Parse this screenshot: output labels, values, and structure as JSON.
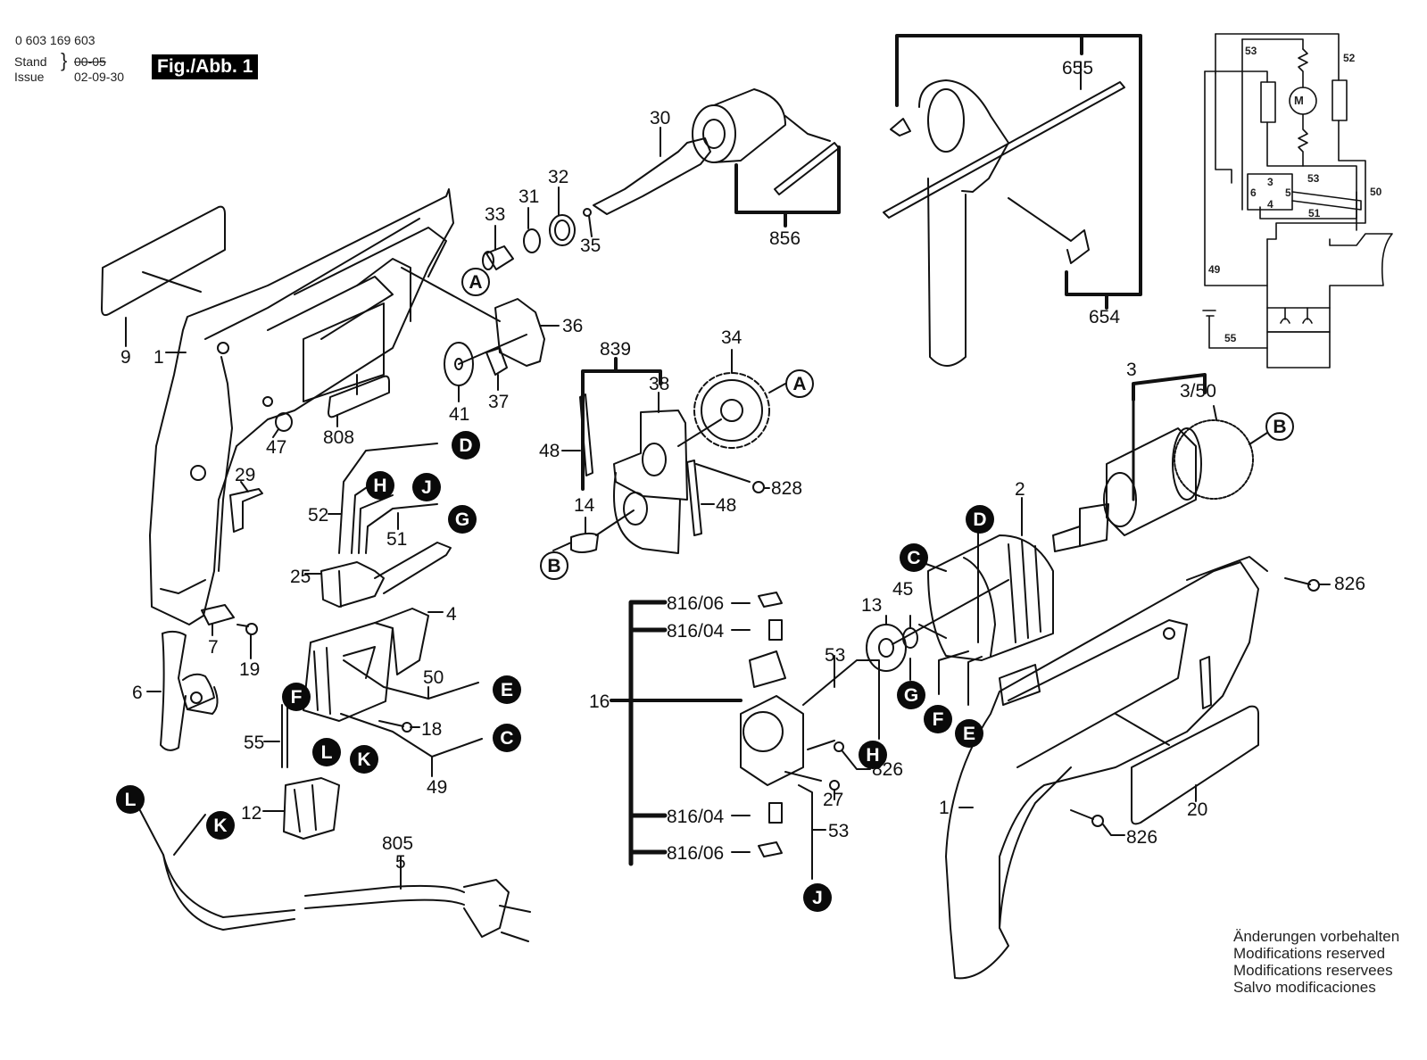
{
  "header": {
    "part_number": "0 603 169 603",
    "stand_label": "Stand",
    "issue_label": "Issue",
    "stand_value_struck": "00-05",
    "issue_value": "02-09-30",
    "figure_label": "Fig./Abb. 1"
  },
  "notes": [
    "Änderungen vorbehalten",
    "Modifications reserved",
    "Modifications reservees",
    "Salvo modificaciones"
  ],
  "part_labels": {
    "p9": "9",
    "p1_left": "1",
    "p47": "47",
    "p808": "808",
    "p29": "29",
    "p7": "7",
    "p19": "19",
    "p6": "6",
    "p55": "55",
    "p12": "12",
    "p805": "805",
    "p5": "5",
    "p52": "52",
    "p51": "51",
    "p25": "25",
    "p4": "4",
    "p50": "50",
    "p18": "18",
    "p49": "49",
    "p33": "33",
    "p31": "31",
    "p32": "32",
    "p35": "35",
    "p30": "30",
    "p856": "856",
    "p36": "36",
    "p41": "41",
    "p37": "37",
    "p839": "839",
    "p38": "38",
    "p34": "34",
    "p48a": "48",
    "p48b": "48",
    "p14": "14",
    "p828": "828",
    "p655": "655",
    "p654": "654",
    "p3": "3",
    "p3_50": "3/50",
    "p2": "2",
    "p13": "13",
    "p45": "45",
    "p826a": "826",
    "p826b": "826",
    "p826c": "826",
    "p20": "20",
    "p1_right": "1",
    "p16": "16",
    "p816_06a": "816/06",
    "p816_04a": "816/04",
    "p816_04b": "816/04",
    "p816_06b": "816/06",
    "p53a": "53",
    "p53b": "53",
    "p27": "27"
  },
  "connector_callouts": {
    "A1": "A",
    "A2": "A",
    "B1": "B",
    "B2": "B",
    "C1": "C",
    "C2": "C",
    "D1": "D",
    "D2": "D",
    "E1": "E",
    "E2": "E",
    "F1": "F",
    "F2": "F",
    "G1": "G",
    "G2": "G",
    "H1": "H",
    "H2": "H",
    "J1": "J",
    "J2": "J",
    "K1": "K",
    "K2": "K",
    "L1": "L",
    "L2": "L"
  },
  "schematic": {
    "motor_symbol": "M",
    "wire_labels": [
      "53",
      "52",
      "53",
      "50",
      "51",
      "49",
      "55"
    ],
    "switch_terminals": [
      "3",
      "6",
      "5",
      "4"
    ]
  }
}
